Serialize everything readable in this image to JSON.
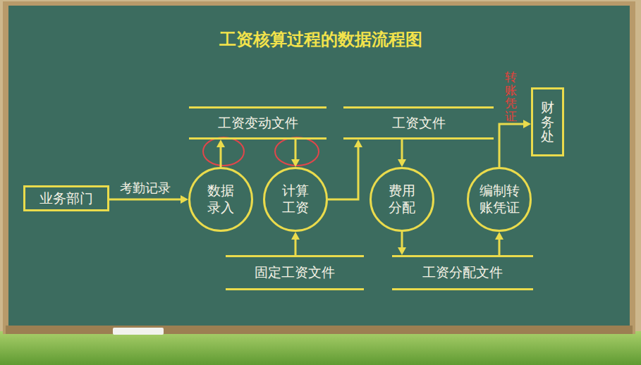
{
  "diagram": {
    "title": "工资核算过程的数据流程图",
    "nodes": [
      {
        "text": [
          "工资变动文件"
        ]
      },
      {
        "text": [
          "工资文件"
        ]
      },
      {
        "text": [
          "财务处"
        ]
      },
      {
        "text": [
          "业务部门"
        ]
      },
      {
        "text": [
          "数据 录入"
        ]
      },
      {
        "text": [
          "计算 工资"
        ]
      },
      {
        "text": [
          "费用 分配"
        ]
      },
      {
        "text": [
          "编制转 账凭证"
        ]
      },
      {
        "text": [
          "固定工资文件"
        ]
      },
      {
        "text": [
          "工资分配文件"
        ]
      }
    ],
    "edges": [
      {
        "from": 3,
        "to": 4,
        "arrow": "to",
        "label": "考勤记录"
      },
      {
        "from": 4,
        "to": 0,
        "arrow": "to"
      },
      {
        "from": 0,
        "to": 5,
        "arrow": "to"
      },
      {
        "from": 8,
        "to": 5,
        "arrow": "to"
      },
      {
        "from": 5,
        "to": 1,
        "arrow": "to"
      },
      {
        "from": 1,
        "to": 6,
        "arrow": "to"
      },
      {
        "from": 6,
        "to": 9,
        "arrow": "to"
      },
      {
        "from": 9,
        "to": 7,
        "arrow": "to"
      },
      {
        "from": 7,
        "to": 2,
        "arrow": "to"
      }
    ],
    "labels": [
      "转账凭证"
    ]
  }
}
